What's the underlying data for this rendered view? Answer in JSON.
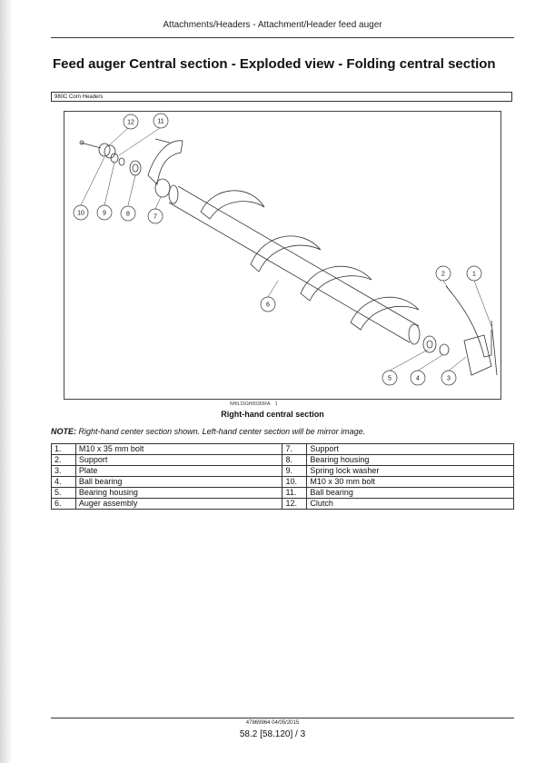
{
  "header": {
    "breadcrumb": "Attachments/Headers - Attachment/Header feed auger"
  },
  "title": "Feed auger Central section - Exploded view - Folding central section",
  "applicability": "980C Corn Headers",
  "figure": {
    "callouts": [
      "1",
      "2",
      "3",
      "4",
      "5",
      "6",
      "7",
      "8",
      "9",
      "10",
      "11",
      "12"
    ],
    "image_id": "NHIL15GH00365FA",
    "figure_number": "1",
    "caption": "Right-hand central section"
  },
  "note": {
    "label": "NOTE:",
    "text": "Right-hand center section shown.  Left-hand center section will be mirror image."
  },
  "parts": [
    {
      "left_num": "1.",
      "left_desc": "M10 x 35 mm bolt",
      "right_num": "7.",
      "right_desc": "Support"
    },
    {
      "left_num": "2.",
      "left_desc": "Support",
      "right_num": "8.",
      "right_desc": "Bearing housing"
    },
    {
      "left_num": "3.",
      "left_desc": "Plate",
      "right_num": "9.",
      "right_desc": "Spring lock washer"
    },
    {
      "left_num": "4.",
      "left_desc": "Ball bearing",
      "right_num": "10.",
      "right_desc": "M10 x 30 mm bolt"
    },
    {
      "left_num": "5.",
      "left_desc": "Bearing housing",
      "right_num": "11.",
      "right_desc": "Ball bearing"
    },
    {
      "left_num": "6.",
      "left_desc": "Auger assembly",
      "right_num": "12.",
      "right_desc": "Clutch"
    }
  ],
  "footer": {
    "code": "47869964 04/05/2015",
    "page": "58.2 [58.120] / 3"
  }
}
